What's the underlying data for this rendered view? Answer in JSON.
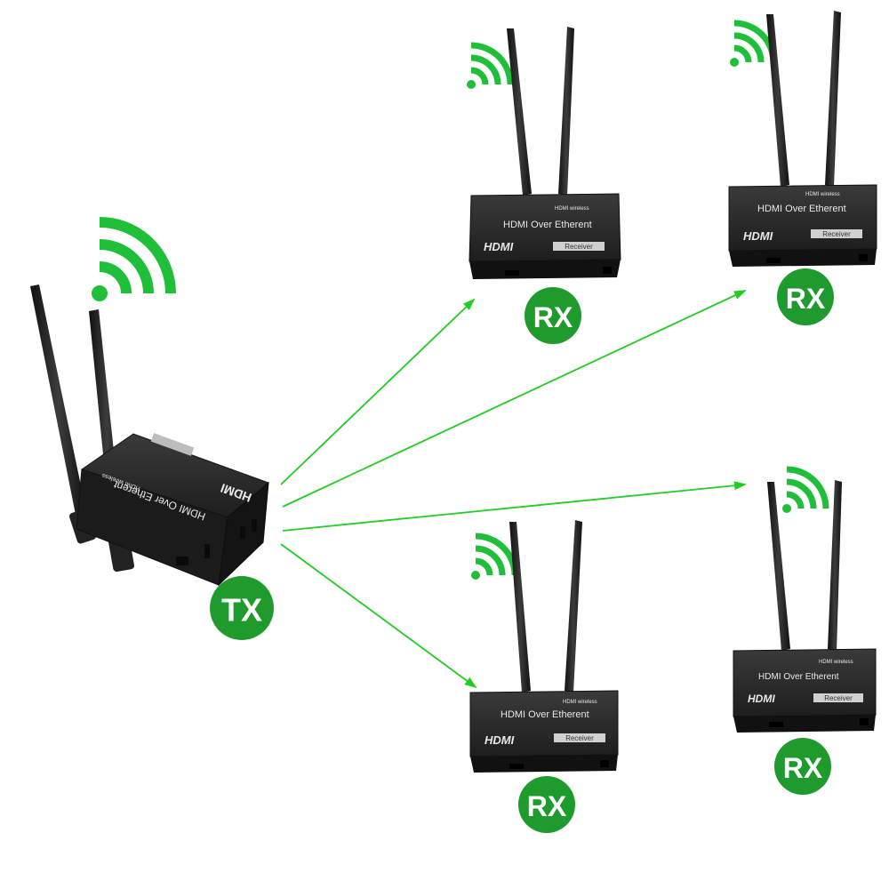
{
  "colors": {
    "signal_green": "#1fbf3a",
    "arrow_green": "#22cc22",
    "device_body": "#2a2a2a",
    "label_circle": "#1f9a2c"
  },
  "transmitter": {
    "label": "TX",
    "title": "HDMI Over Etherent",
    "subtitle": "HDMI wireless"
  },
  "receivers": [
    {
      "label": "RX",
      "title": "HDMI Over Etherent",
      "subtitle": "HDMI wireless",
      "tag": "Receiver"
    },
    {
      "label": "RX",
      "title": "HDMI Over Etherent",
      "subtitle": "HDMI wireless",
      "tag": "Receiver"
    },
    {
      "label": "RX",
      "title": "HDMI Over Etherent",
      "subtitle": "HDMI wireless",
      "tag": "Receiver"
    },
    {
      "label": "RX",
      "title": "HDMI Over Etherent",
      "subtitle": "HDMI wireless",
      "tag": "Receiver"
    }
  ],
  "logo_text": "HDMI"
}
